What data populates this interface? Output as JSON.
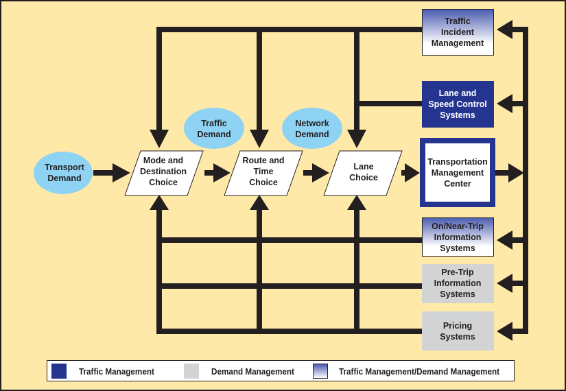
{
  "colors": {
    "background": "#ffe9a8",
    "line": "#231f20",
    "traffic_management": "#24348f",
    "demand_management": "#d1d3d4",
    "gradient_top": "#4a5cb0",
    "gradient_bottom": "#ffffff",
    "demand_ellipse": "#8fd3f4",
    "choice_box": "#ffffff"
  },
  "demand_ellipses": [
    {
      "id": "transport-demand",
      "lines": [
        "Transport",
        "Demand"
      ]
    },
    {
      "id": "traffic-demand",
      "lines": [
        "Traffic",
        "Demand"
      ]
    },
    {
      "id": "network-demand",
      "lines": [
        "Network",
        "Demand"
      ]
    }
  ],
  "choice_boxes": [
    {
      "id": "mode-destination-choice",
      "lines": [
        "Mode and",
        "Destination",
        "Choice"
      ]
    },
    {
      "id": "route-time-choice",
      "lines": [
        "Route and",
        "Time",
        "Choice"
      ]
    },
    {
      "id": "lane-choice",
      "lines": [
        "Lane",
        "Choice"
      ]
    }
  ],
  "tmc": {
    "lines": [
      "Transportation",
      "Management",
      "Center"
    ]
  },
  "system_boxes": [
    {
      "id": "traffic-incident-management",
      "category": "traffic_demand_management",
      "lines": [
        "Traffic",
        "Incident",
        "Management"
      ]
    },
    {
      "id": "lane-speed-control-systems",
      "category": "traffic_management",
      "lines": [
        "Lane and",
        "Speed Control",
        "Systems"
      ]
    },
    {
      "id": "on-near-trip-information-systems",
      "category": "traffic_demand_management",
      "lines": [
        "On/Near-Trip",
        "Information",
        "Systems"
      ]
    },
    {
      "id": "pre-trip-information-systems",
      "category": "demand_management",
      "lines": [
        "Pre-Trip",
        "Information",
        "Systems"
      ]
    },
    {
      "id": "pricing-systems",
      "category": "demand_management",
      "lines": [
        "Pricing",
        "Systems"
      ]
    }
  ],
  "legend": {
    "items": [
      {
        "label": "Traffic Management"
      },
      {
        "label": "Demand Management"
      },
      {
        "label": "Traffic Management/Demand Management"
      }
    ]
  }
}
